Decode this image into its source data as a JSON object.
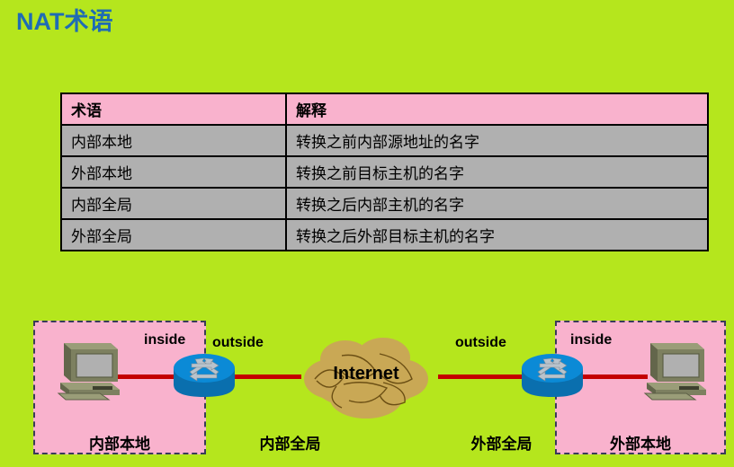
{
  "slide": {
    "title": "NAT术语",
    "background_color": "#b5e61d",
    "title_color": "#1f6cb4"
  },
  "table": {
    "header_bg": "#f9b2cd",
    "row_bg": "#b0b0b0",
    "headers": [
      "术语",
      "解释"
    ],
    "rows": [
      {
        "term": "内部本地",
        "explanation": "转换之前内部源地址的名字"
      },
      {
        "term": "外部本地",
        "explanation": "转换之前目标主机的名字"
      },
      {
        "term": "内部全局",
        "explanation": "转换之后内部主机的名字"
      },
      {
        "term": "外部全局",
        "explanation": "转换之后外部目标主机的名字"
      }
    ]
  },
  "diagram": {
    "zone_fill": "#f9b2cd",
    "link_color": "#c40000",
    "router_color": "#0b86d0",
    "cloud_color": "#c9a košice",
    "cloud_label": "Internet",
    "labels": {
      "inside_left": "inside",
      "outside_left": "outside",
      "outside_right": "outside",
      "inside_right": "inside"
    },
    "captions": {
      "inside_local": "内部本地",
      "inside_global": "内部全局",
      "outside_global": "外部全局",
      "outside_local": "外部本地"
    },
    "icons": {
      "router_left": "router-icon",
      "router_right": "router-icon",
      "computer_left": "desktop-computer-icon",
      "computer_right": "desktop-computer-icon",
      "cloud": "internet-cloud-icon"
    }
  }
}
